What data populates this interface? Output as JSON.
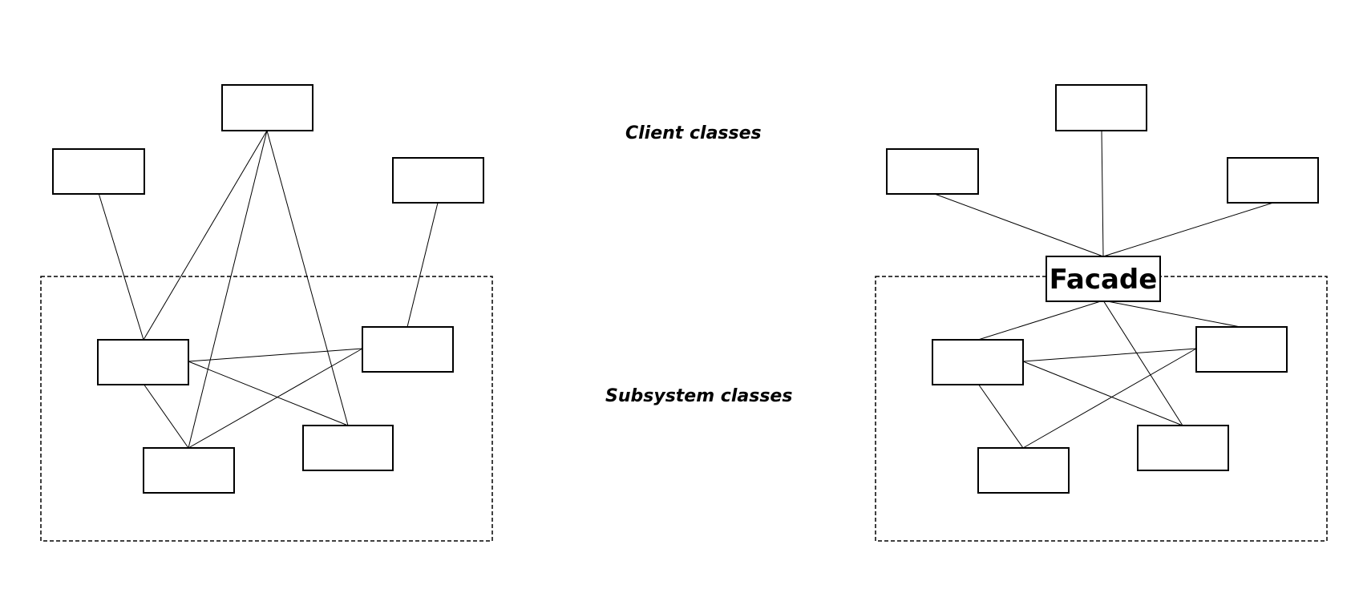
{
  "captions": {
    "client_classes": "Client classes",
    "subsystem_classes": "Subsystem classes"
  },
  "facade": {
    "label": "Facade"
  }
}
